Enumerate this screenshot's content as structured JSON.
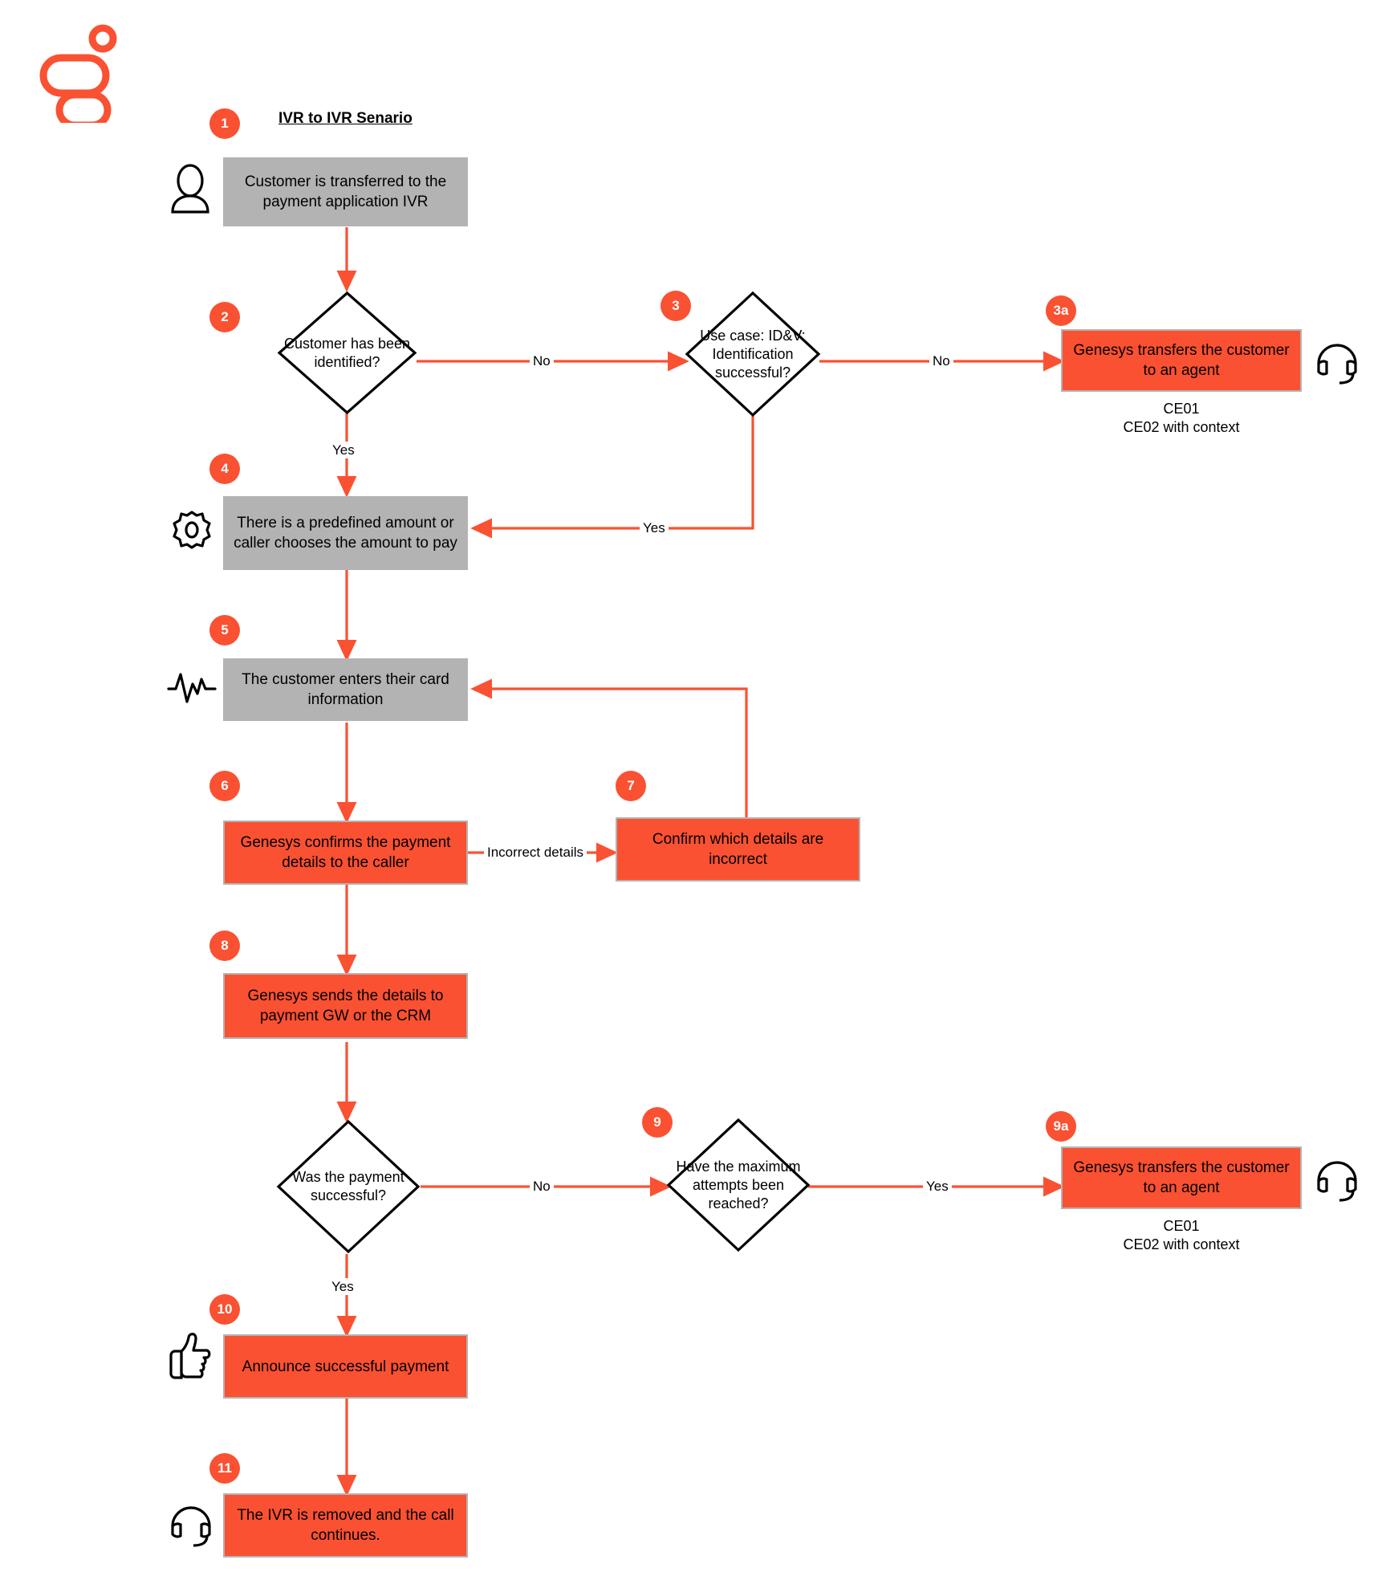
{
  "brand": {
    "logo_name": "genesys-logo",
    "accent_color": "#FA5132",
    "gray_color": "#B3B3B3",
    "line_color": "#FA5132"
  },
  "diagram": {
    "title": "IVR to IVR Senario",
    "type": "flowchart"
  },
  "nodes": [
    {
      "id": "1",
      "badge": "1",
      "kind": "process",
      "fill": "gray",
      "text": "Customer is transferred to the payment application IVR",
      "icon": "person-icon"
    },
    {
      "id": "2",
      "badge": "2",
      "kind": "decision",
      "text": "Customer has been identified?"
    },
    {
      "id": "3",
      "badge": "3",
      "kind": "decision",
      "text": "Use case: ID&V: Identification successful?"
    },
    {
      "id": "3a",
      "badge": "3a",
      "kind": "process",
      "fill": "orange",
      "text": "Genesys transfers the customer to an agent",
      "icon": "headset-icon",
      "caption": "CE01\nCE02 with context"
    },
    {
      "id": "4",
      "badge": "4",
      "kind": "process",
      "fill": "gray",
      "text": "There is a predefined amount or caller chooses the amount to pay",
      "icon": "gear-icon"
    },
    {
      "id": "5",
      "badge": "5",
      "kind": "process",
      "fill": "gray",
      "text": "The customer enters their card information",
      "icon": "waveform-icon"
    },
    {
      "id": "6",
      "badge": "6",
      "kind": "process",
      "fill": "orange",
      "text": "Genesys confirms the payment details to the caller"
    },
    {
      "id": "7",
      "badge": "7",
      "kind": "process",
      "fill": "orange",
      "text": "Confirm which details are incorrect"
    },
    {
      "id": "8",
      "badge": "8",
      "kind": "process",
      "fill": "orange",
      "text": "Genesys sends the details to payment GW or the CRM"
    },
    {
      "id": "payment-decision",
      "badge": "",
      "kind": "decision",
      "text": "Was the payment successful?"
    },
    {
      "id": "9",
      "badge": "9",
      "kind": "decision",
      "text": "Have the maximum attempts been reached?"
    },
    {
      "id": "9a",
      "badge": "9a",
      "kind": "process",
      "fill": "orange",
      "text": "Genesys transfers the customer to an agent",
      "icon": "headset-icon",
      "caption": "CE01\nCE02 with context"
    },
    {
      "id": "10",
      "badge": "10",
      "kind": "process",
      "fill": "orange",
      "text": "Announce successful payment",
      "icon": "thumbs-up-icon"
    },
    {
      "id": "11",
      "badge": "11",
      "kind": "process",
      "fill": "orange",
      "text": "The IVR is removed and the call continues.",
      "icon": "headset-icon"
    }
  ],
  "edge_labels": {
    "d2_no": "No",
    "d2_yes": "Yes",
    "d3_no": "No",
    "d3_yes": "Yes",
    "n6_incorrect": "Incorrect details",
    "dpay_no": "No",
    "dpay_yes": "Yes",
    "d9_yes": "Yes"
  },
  "captions": {
    "ce_3a": "CE01\nCE02 with context",
    "ce_9a": "CE01\nCE02 with context"
  }
}
